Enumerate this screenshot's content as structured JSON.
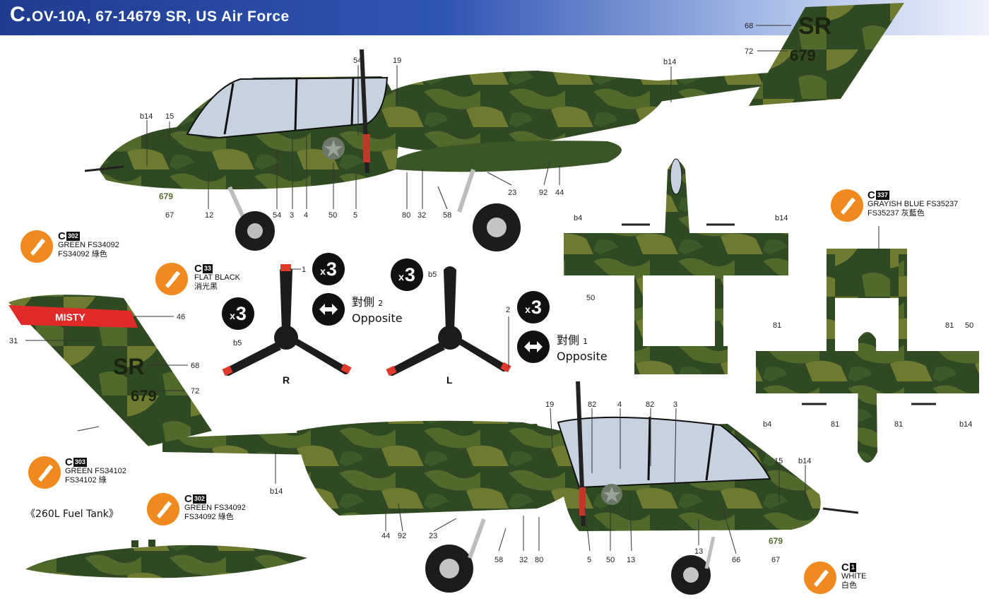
{
  "header": {
    "title_letter": "C.",
    "title_text": "OV-10A, 67-14679 SR, US Air Force"
  },
  "colors": {
    "green": "#2f4a22",
    "olive": "#6a7a2a",
    "tan": "#8a8a3a",
    "grayish_blue": "#c6d2df",
    "accent_orange": "#f08a1e"
  },
  "paints": {
    "c302_top": {
      "code": "C",
      "num": "302",
      "line1": "GREEN FS34092",
      "line2": "FS34092 綠色"
    },
    "c33": {
      "code": "C",
      "num": "33",
      "line1": "FLAT BLACK",
      "line2": "消光黑"
    },
    "c337": {
      "code": "C",
      "num": "337",
      "line1": "GRAYISH BLUE FS35237",
      "line2": "FS35237 灰藍色"
    },
    "c303": {
      "code": "C",
      "num": "303",
      "line1": "GREEN FS34102",
      "line2": "FS34102 綠"
    },
    "c302_bot": {
      "code": "C",
      "num": "302",
      "line1": "GREEN FS34092",
      "line2": "FS34092 綠色"
    },
    "c1": {
      "code": "C",
      "num": "1",
      "line1": "WHITE",
      "line2": "白色"
    }
  },
  "props": {
    "right": {
      "mult": "3",
      "side_label": "R",
      "opposite_zh": "對側",
      "opposite_num": "2",
      "opposite_en": "Opposite"
    },
    "left": {
      "mult": "3",
      "side_label": "L",
      "opposite_zh": "對側",
      "opposite_num": "1",
      "opposite_en": "Opposite"
    }
  },
  "tank_title": "《260L Fuel Tank》",
  "markings": {
    "tail_code": "SR",
    "serial": "679",
    "nose_serial": "679",
    "banner": "MISTY"
  },
  "callouts": {
    "top_side": [
      "68",
      "72",
      "b14",
      "54",
      "19",
      "b14",
      "15",
      "12",
      "67",
      "54",
      "3",
      "4",
      "50",
      "5",
      "80",
      "32",
      "58",
      "23",
      "92",
      "44"
    ],
    "bottom_side": [
      "46",
      "31",
      "68",
      "72",
      "b14",
      "19",
      "82",
      "4",
      "82",
      "3",
      "15",
      "b14",
      "44",
      "92",
      "23",
      "58",
      "32",
      "80",
      "5",
      "50",
      "13",
      "13",
      "66",
      "67"
    ],
    "plan_top": [
      "b4",
      "b14",
      "50"
    ],
    "plan_bottom": [
      "81",
      "81",
      "50",
      "b4",
      "81",
      "81",
      "b14"
    ],
    "prop": [
      "1",
      "b5",
      "b5",
      "2"
    ]
  },
  "prop_side_labels": [
    "R",
    "L"
  ]
}
